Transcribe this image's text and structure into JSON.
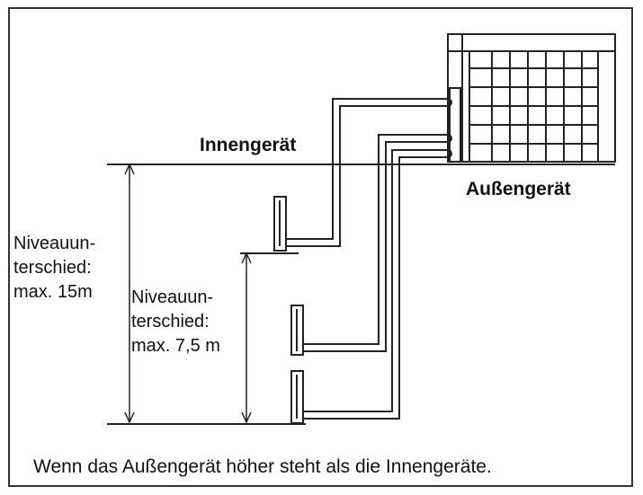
{
  "labels": {
    "indoor_unit": "Innengerät",
    "outdoor_unit": "Außengerät",
    "height_diff_total": [
      "Niveauun-",
      "terschied:",
      "max. 15m"
    ],
    "height_diff_indoor": [
      "Niveauun-",
      "terschied:",
      "max. 7,5 m"
    ],
    "caption": "Wenn das Außengerät höher steht als die Innengeräte."
  },
  "colors": {
    "line": "#222222",
    "frame": "#333333"
  }
}
